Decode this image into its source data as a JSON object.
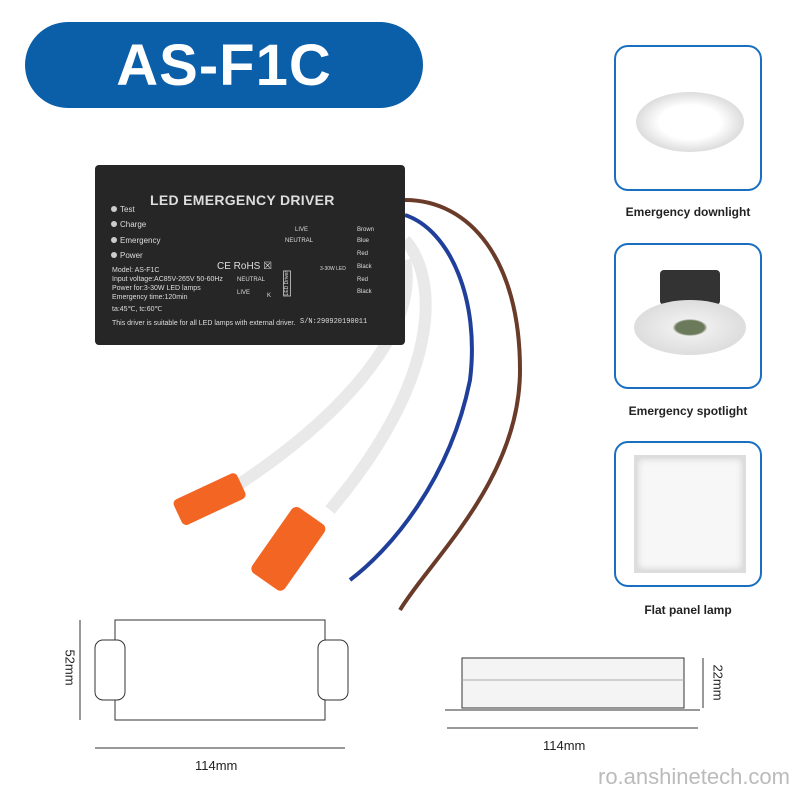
{
  "title": "AS-F1C",
  "driver": {
    "heading": "LED EMERGENCY DRIVER",
    "indicators": [
      "Test",
      "Charge",
      "Emergency",
      "Power"
    ],
    "model": "Model: AS-F1C",
    "input": "Input voltage:AC85V-265V 50-60Hz",
    "power": "Power for:3-30W LED lamps",
    "time": "Emergency time:120min",
    "temp": "ta:45℃, tc:60℃",
    "note": "This driver is suitable for all LED lamps with external driver.",
    "sn": "S/N:290920190011",
    "certs": "CE  RoHS  ☒",
    "wiring": {
      "live": "LIVE",
      "neutral": "NEUTRAL",
      "brown": "Brown",
      "blue": "Blue",
      "red": "Red",
      "black": "Black",
      "lamp": "3-30W LED",
      "neutral2": "NEUTRAL",
      "live2": "LIVE",
      "led_driver": "LED Driver",
      "k": "K"
    }
  },
  "products": [
    {
      "label": "Emergency downlight"
    },
    {
      "label": "Emergency spotlight"
    },
    {
      "label": "Flat panel lamp"
    }
  ],
  "dimensions": {
    "top_width": "114mm",
    "top_height": "52mm",
    "side_width": "114mm",
    "side_height": "22mm"
  },
  "watermark": "ro.anshinetech.com",
  "colors": {
    "brand": "#0b5ea8"
  }
}
